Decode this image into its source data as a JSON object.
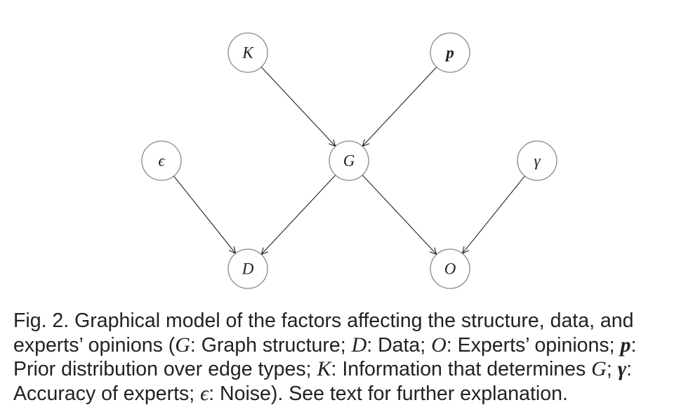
{
  "diagram": {
    "nodes": [
      {
        "id": "K",
        "label": "K",
        "bold": false
      },
      {
        "id": "p",
        "label": "p",
        "bold": true
      },
      {
        "id": "eps",
        "label": "ϵ",
        "bold": false
      },
      {
        "id": "G",
        "label": "G",
        "bold": false
      },
      {
        "id": "gamma",
        "label": "γ",
        "bold": false
      },
      {
        "id": "D",
        "label": "D",
        "bold": false
      },
      {
        "id": "O",
        "label": "O",
        "bold": false
      }
    ],
    "edges": [
      {
        "from": "K",
        "to": "G"
      },
      {
        "from": "p",
        "to": "G"
      },
      {
        "from": "eps",
        "to": "D"
      },
      {
        "from": "G",
        "to": "D"
      },
      {
        "from": "G",
        "to": "O"
      },
      {
        "from": "gamma",
        "to": "O"
      }
    ]
  },
  "caption": {
    "line1": "Fig. 2. Graphical model of the factors affecting the structure, data, and",
    "line2_a": "experts’ opinions (",
    "line2_G": "G",
    "line2_b": ": Graph structure; ",
    "line2_D": "D",
    "line2_c": ": Data; ",
    "line2_O": "O",
    "line2_d": ": Experts’ opinions; ",
    "line2_p": "p",
    "line2_e": ":",
    "line3_a": "Prior distribution over edge types; ",
    "line3_K": "K",
    "line3_b": ": Information that determines ",
    "line3_G": "G",
    "line3_c": "; ",
    "line3_gamma": "γ",
    "line3_d": ":",
    "line4_a": "Accuracy of experts; ",
    "line4_eps": "ϵ",
    "line4_b": ": Noise). See text for further explanation."
  }
}
